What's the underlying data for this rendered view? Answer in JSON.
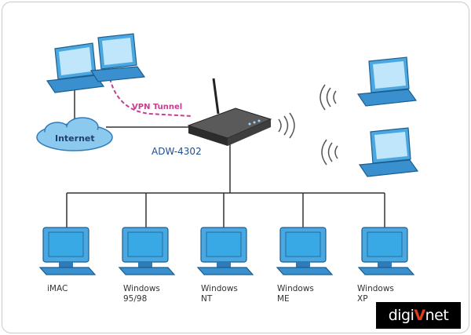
{
  "diagram": {
    "vpn_label": "VPN Tunnel",
    "cloud_label": "Internet",
    "router_label": "ADW-4302",
    "clients": [
      {
        "label": "iMAC"
      },
      {
        "label": "Windows\n95/98"
      },
      {
        "label": "Windows\nNT"
      },
      {
        "label": "Windows\nME"
      },
      {
        "label": "Windows\nXP"
      }
    ],
    "brand": {
      "text": "digi",
      "highlight": "V",
      "suffix": "net"
    }
  },
  "colors": {
    "screen_blue": "#39a9e6",
    "body_blue": "#4aa7df",
    "vpn_pink": "#c63e8f",
    "router_dark": "#3a3a3a"
  }
}
